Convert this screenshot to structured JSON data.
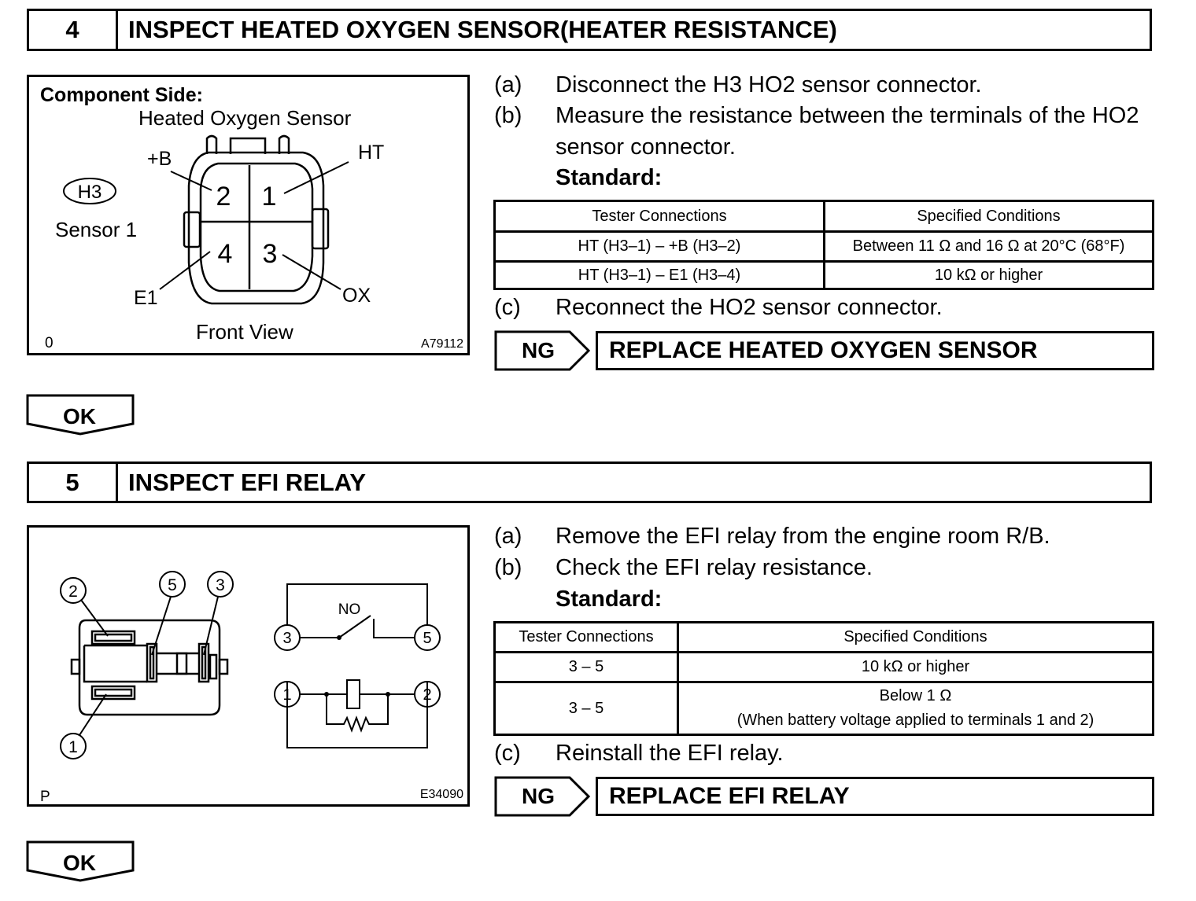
{
  "step4": {
    "number": "4",
    "title": "INSPECT HEATED OXYGEN SENSOR(HEATER RESISTANCE)",
    "figure": {
      "heading": "Component Side:",
      "part_name": "Heated Oxygen Sensor",
      "connector_code": "H3",
      "sensor_label": "Sensor 1",
      "terminal_labels": {
        "plus_b": "+B",
        "ht": "HT",
        "e1": "E1",
        "ox": "OX"
      },
      "pin_numbers": [
        "2",
        "1",
        "4",
        "3"
      ],
      "view_label": "Front View",
      "corner_code": "0",
      "figure_id": "A79112"
    },
    "steps": [
      {
        "label": "(a)",
        "text": "Disconnect the H3 HO2 sensor connector."
      },
      {
        "label": "(b)",
        "text": "Measure the resistance between the terminals of the HO2",
        "text2": "sensor connector."
      },
      {
        "label": "(c)",
        "text": "Reconnect the HO2 sensor connector."
      }
    ],
    "standard_label": "Standard:",
    "table": {
      "headers": [
        "Tester Connections",
        "Specified Conditions"
      ],
      "rows": [
        [
          "HT (H3–1) – +B (H3–2)",
          "Between 11 Ω and 16 Ω at 20°C (68°F)"
        ],
        [
          "HT (H3–1) – E1 (H3–4)",
          "10 kΩ or higher"
        ]
      ]
    },
    "ng_label": "NG",
    "ng_action": "REPLACE HEATED OXYGEN SENSOR",
    "ok_label": "OK"
  },
  "step5": {
    "number": "5",
    "title": "INSPECT EFI RELAY",
    "figure": {
      "terminals": [
        "2",
        "5",
        "3",
        "1"
      ],
      "schematic_terminals": [
        "3",
        "5",
        "1",
        "2"
      ],
      "switch_label": "NO",
      "corner_code": "P",
      "figure_id": "E34090"
    },
    "steps": [
      {
        "label": "(a)",
        "text": "Remove the EFI relay from the engine room R/B."
      },
      {
        "label": "(b)",
        "text": "Check the EFI relay resistance."
      },
      {
        "label": "(c)",
        "text": "Reinstall the EFI relay."
      }
    ],
    "standard_label": "Standard:",
    "table": {
      "headers": [
        "Tester Connections",
        "Specified Conditions"
      ],
      "rows": [
        [
          "3 – 5",
          "10 kΩ or higher"
        ],
        [
          "3 – 5",
          "Below 1 Ω",
          "(When battery voltage applied to terminals 1 and 2)"
        ]
      ]
    },
    "ng_label": "NG",
    "ng_action": "REPLACE EFI RELAY",
    "ok_label": "OK"
  }
}
